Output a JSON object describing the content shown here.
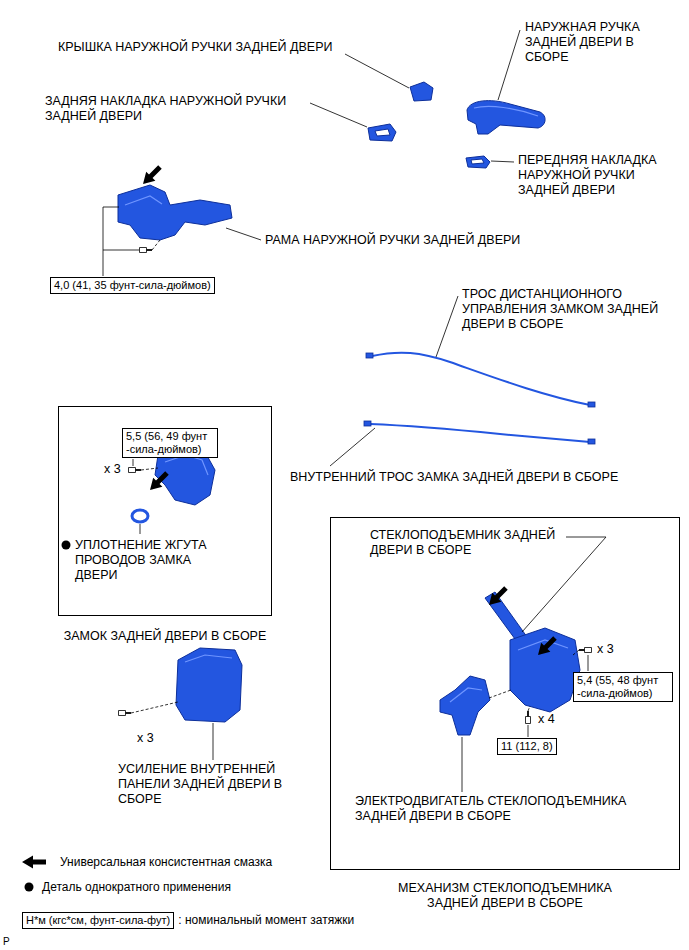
{
  "diagram": {
    "nodes": [
      {
        "text": [
          "4,0 (41, 35 фунт-сила-дюймов)"
        ]
      },
      {
        "text": [
          "ЗАМОК ЗАДНЕЙ ДВЕРИ В СБОРЕ"
        ]
      },
      {
        "text": [
          "5,5 (56, 49 фунт -сила-дюймов)"
        ],
        "in": 1
      },
      {
        "text": [
          "МЕХАНИЗМ СТЕКЛОПОДЪЕМНИКА ЗАДНЕЙ ДВЕРИ В СБОРЕ"
        ]
      },
      {
        "text": [
          "5,4 (55, 48 фунт -сила-дюймов)"
        ],
        "in": 3
      },
      {
        "text": [
          "11 (112, 8)"
        ],
        "in": 3
      },
      {
        "text": [
          "Н*м (кгс*см, фунт-сила-фут)"
        ]
      }
    ],
    "labels": [
      "КРЫШКА НАРУЖНОЙ РУЧКИ ЗАДНЕЙ ДВЕРИ",
      "НАРУЖНАЯ РУЧКА ЗАДНЕЙ ДВЕРИ В СБОРЕ",
      "ЗАДНЯЯ НАКЛАДКА НАРУЖНОЙ РУЧКИ ЗАДНЕЙ ДВЕРИ",
      "ПЕРЕДНЯЯ НАКЛАДКА НАРУЖНОЙ РУЧКИ ЗАДНЕЙ ДВЕРИ",
      "РАМА НАРУЖНОЙ РУЧКИ ЗАДНЕЙ ДВЕРИ",
      "ТРОС ДИСТАНЦИОННОГО УПРАВЛЕНИЯ ЗАМКОМ ЗАДНЕЙ ДВЕРИ В СБОРЕ",
      "ВНУТРЕННИЙ ТРОС ЗАМКА ЗАДНЕЙ ДВЕРИ В СБОРЕ",
      "x 3",
      "УПЛОТНЕНИЕ ЖГУТА ПРОВОДОВ ЗАМКА ДВЕРИ",
      "СТЕКЛОПОДЪЕМНИК ЗАДНЕЙ ДВЕРИ В СБОРЕ",
      "x 3",
      "x 4",
      "ЭЛЕКТРОДВИГАТЕЛЬ СТЕКЛОПОДЪЕМНИКА ЗАДНЕЙ ДВЕРИ В СБОРЕ",
      "x 3",
      "УСИЛЕНИЕ ВНУТРЕННЕЙ ПАНЕЛИ ЗАДНЕЙ ДВЕРИ В СБОРЕ",
      "P"
    ],
    "legend": [
      {
        "text": "Универсальная консистентная смазка"
      },
      {
        "text": "Деталь однократного применения"
      },
      {
        "text": ": номинальный момент затяжки"
      }
    ]
  }
}
